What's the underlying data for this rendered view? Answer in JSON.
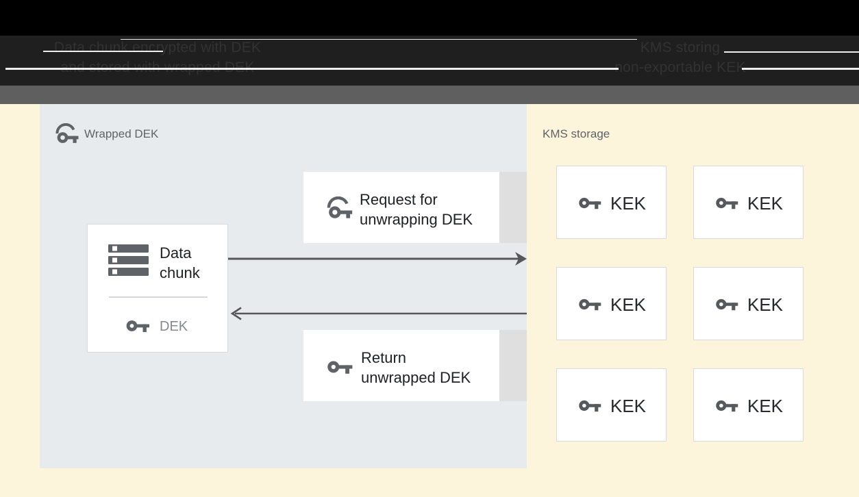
{
  "header": {
    "left_caption": {
      "line1": "Data chunk encrypted with DEK",
      "line2": "and stored with wrapped DEK"
    },
    "right_caption": {
      "line1": "KMS storing",
      "line2": "non-exportable KEK"
    }
  },
  "wrapped_panel": {
    "title": "Wrapped DEK",
    "data_chunk_card": {
      "title": "Data chunk",
      "key_label": "DEK"
    },
    "request_card": {
      "label": "Request for unwrapping DEK"
    },
    "return_card": {
      "label": "Return unwrapped DEK"
    }
  },
  "kms_panel": {
    "title": "KMS storage",
    "keks": [
      {
        "label": "KEK"
      },
      {
        "label": "KEK"
      },
      {
        "label": "KEK"
      },
      {
        "label": "KEK"
      },
      {
        "label": "KEK"
      },
      {
        "label": "KEK"
      }
    ]
  },
  "colors": {
    "header_black": "#000000",
    "header_dark": "#1f1f1f",
    "header_gray_band": "#5f5f60",
    "page_background": "#fcf5dc",
    "panel_blue_gray": "#e8ebee",
    "card_white": "#ffffff",
    "card_edge_strip": "#dfdfe0",
    "card_border": "#d8dadd",
    "icon_gray": "#5f6368",
    "text_dark": "#202124",
    "text_muted": "#5f6368",
    "arrow_gray": "#56575a",
    "artifact_white": "#ffffff"
  }
}
